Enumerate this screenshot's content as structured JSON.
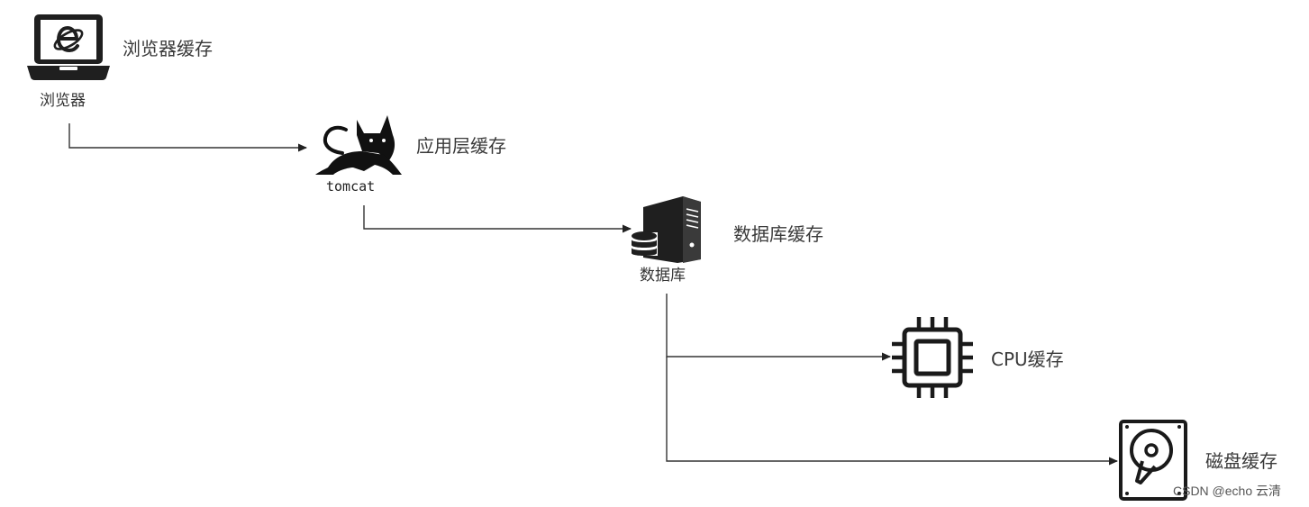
{
  "diagram": {
    "nodes": {
      "browser": {
        "label": "浏览器",
        "cache_label": "浏览器缓存",
        "icon": "laptop-ie-icon"
      },
      "tomcat": {
        "label": "tomcat",
        "cache_label": "应用层缓存",
        "icon": "tomcat-cat-icon"
      },
      "database": {
        "label": "数据库",
        "cache_label": "数据库缓存",
        "icon": "database-server-icon"
      },
      "cpu": {
        "label": "",
        "cache_label": "CPU缓存",
        "icon": "cpu-chip-icon"
      },
      "disk": {
        "label": "",
        "cache_label": "磁盘缓存",
        "icon": "hard-disk-icon"
      }
    },
    "edges": [
      {
        "from": "browser",
        "to": "tomcat"
      },
      {
        "from": "tomcat",
        "to": "database"
      },
      {
        "from": "database",
        "to": "cpu"
      },
      {
        "from": "database",
        "to": "disk"
      }
    ],
    "colors": {
      "line": "#333333",
      "icon": "#1a1a1a",
      "text": "#333333"
    }
  },
  "watermark": "CSDN @echo 云清"
}
